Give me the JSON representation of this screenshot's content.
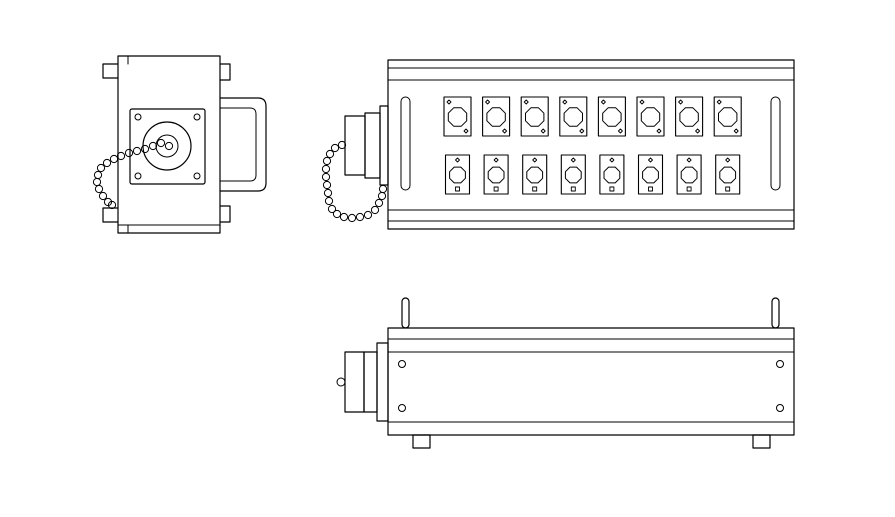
{
  "drawing": {
    "stroke_color": "#000000",
    "background_color": "#ffffff",
    "views": [
      "side-view",
      "top-view",
      "front-view"
    ],
    "top_view": {
      "connector_rows": 2,
      "connectors_per_row": 8,
      "row_1_type": "large-connector",
      "row_2_type": "small-connector"
    }
  }
}
